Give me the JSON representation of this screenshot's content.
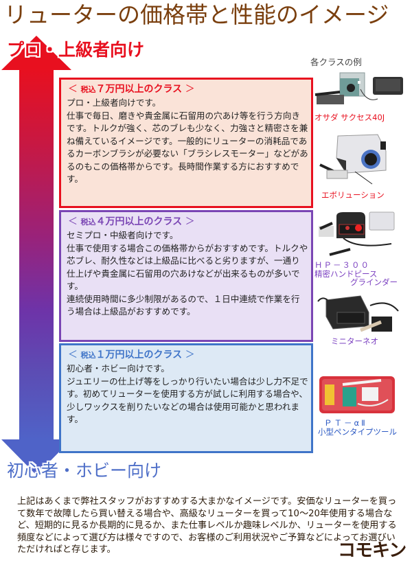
{
  "title": "リューターの価格帯と性能のイメージ",
  "arrow": {
    "top_label": "プロ・上級者向け",
    "bottom_label": "初心者・ホビー向け",
    "colors": {
      "top": "#e8101f",
      "middle": "#9a2279",
      "bottom": "#4f63c8"
    }
  },
  "examples_label": "各クラスの例",
  "classes": [
    {
      "header_open": "＜ ",
      "tax": "税込",
      "amount": "７万円以上のクラス",
      "header_close": " ＞",
      "color": "#e8101f",
      "background": "#fae3d8",
      "paragraphs": [
        "プロ・上級者向けです。",
        "仕事で毎日、磨きや貴金属に石留用の穴あけ等を行う方向きです。トルクが強く、芯のブレも少なく、力強さと精密さを兼ね備えているイメージです。一般的にリューターの消耗品であるカーボンブラシが必要ない「ブラシレスモーター」などがあるのもこの価格帯からです。長時間作業する方におすすめです。"
      ]
    },
    {
      "header_open": "＜ ",
      "tax": "税込",
      "amount": "４万円以上のクラス",
      "header_close": " ＞",
      "color": "#7a45b4",
      "background": "#e9e0f5",
      "paragraphs": [
        "セミプロ・中級者向けです。",
        "仕事で使用する場合この価格帯からがおすすめです。トルクや芯ブレ、耐久性などは上級品に比べると劣りますが、一通り仕上げや貴金属に石留用の穴あけなどが出来るものが多いです。",
        "連続使用時間に多少制限があるので、１日中連続で作業を行う場合は上級品がおすすめです。"
      ]
    },
    {
      "header_open": "＜ ",
      "tax": "税込",
      "amount": "１万円以上のクラス",
      "header_close": " ＞",
      "color": "#3f74c8",
      "background": "#dde9f5",
      "paragraphs": [
        "初心者・ホビー向けです。",
        "ジュエリーの仕上げ等をしっかり行いたい場合は少し力不足です。初めてリューターを使用する方が試しに利用する場合や、少しワックスを削りたいなどの場合は使用可能かと思われます。"
      ]
    }
  ],
  "products": [
    {
      "name": "オサダ サクセス40J",
      "class": "pro"
    },
    {
      "name": "エボリューション",
      "class": "pro"
    },
    {
      "name_line1": "ＨＰ－３００",
      "name_line2": "精密ハンドピース",
      "name_line3": "グラインダー",
      "class": "mid"
    },
    {
      "name": "ミニターネオ",
      "class": "mid"
    },
    {
      "name_line1": "ＰＴ－αⅡ",
      "name_line2": "小型ペンタイプツール",
      "class": "beginner"
    }
  ],
  "footer": "上記はあくまで弊社スタッフがおすすめする大まかなイメージです。安価なリューターを買って数年で故障したら買い替える場合や、高級なリューターを買って10～20年使用する場合など、短期的に見るか長期的に見るか、また仕事レベルか趣味レベルか、リューターを使用する頻度などによって選び方は様々ですので、お客様のご利用状況やご予算などによってお選びいただければと存じます。",
  "logo": "コモキン"
}
